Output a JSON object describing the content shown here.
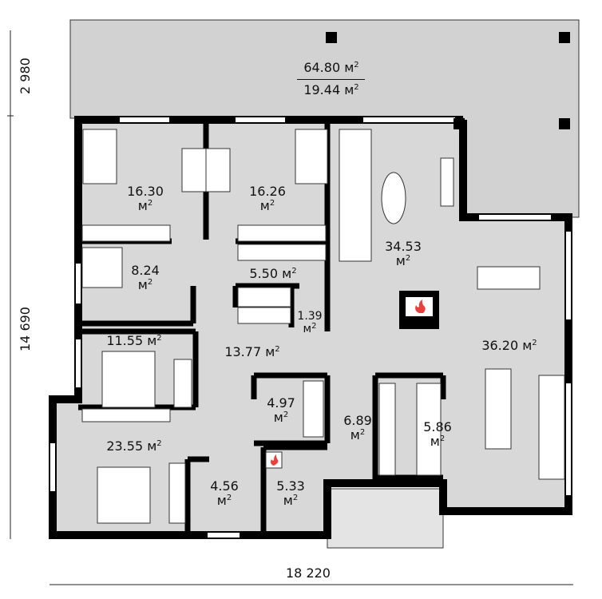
{
  "unit": "м",
  "unit_sup": "2",
  "terrace": {
    "area": "64.80",
    "area2": "19.44"
  },
  "rooms": [
    {
      "id": "bedroom-1",
      "area": "16.30"
    },
    {
      "id": "bedroom-2",
      "area": "16.26"
    },
    {
      "id": "bathroom-1",
      "area": "8.24"
    },
    {
      "id": "wardrobe-hall",
      "area": "5.50"
    },
    {
      "id": "wc",
      "area": "1.39"
    },
    {
      "id": "living-room",
      "area": "34.53"
    },
    {
      "id": "kitchen-dining",
      "area": "36.20"
    },
    {
      "id": "bedroom-3",
      "area": "11.55"
    },
    {
      "id": "hall",
      "area": "13.77"
    },
    {
      "id": "bathroom-2",
      "area": "4.97"
    },
    {
      "id": "vestibule",
      "area": "6.89"
    },
    {
      "id": "pantry",
      "area": "5.86"
    },
    {
      "id": "master-bedroom",
      "area": "23.55"
    },
    {
      "id": "dressing-room",
      "area": "4.56"
    },
    {
      "id": "boiler-room",
      "area": "5.33"
    }
  ],
  "dimensions": {
    "terrace_depth": "2 980",
    "house_depth": "14 690",
    "house_width": "18 220"
  },
  "colors": {
    "floor": "#d8d8d8",
    "terrace": "#d2d2d2",
    "walls": "#000000",
    "fire": "#e8413c"
  }
}
